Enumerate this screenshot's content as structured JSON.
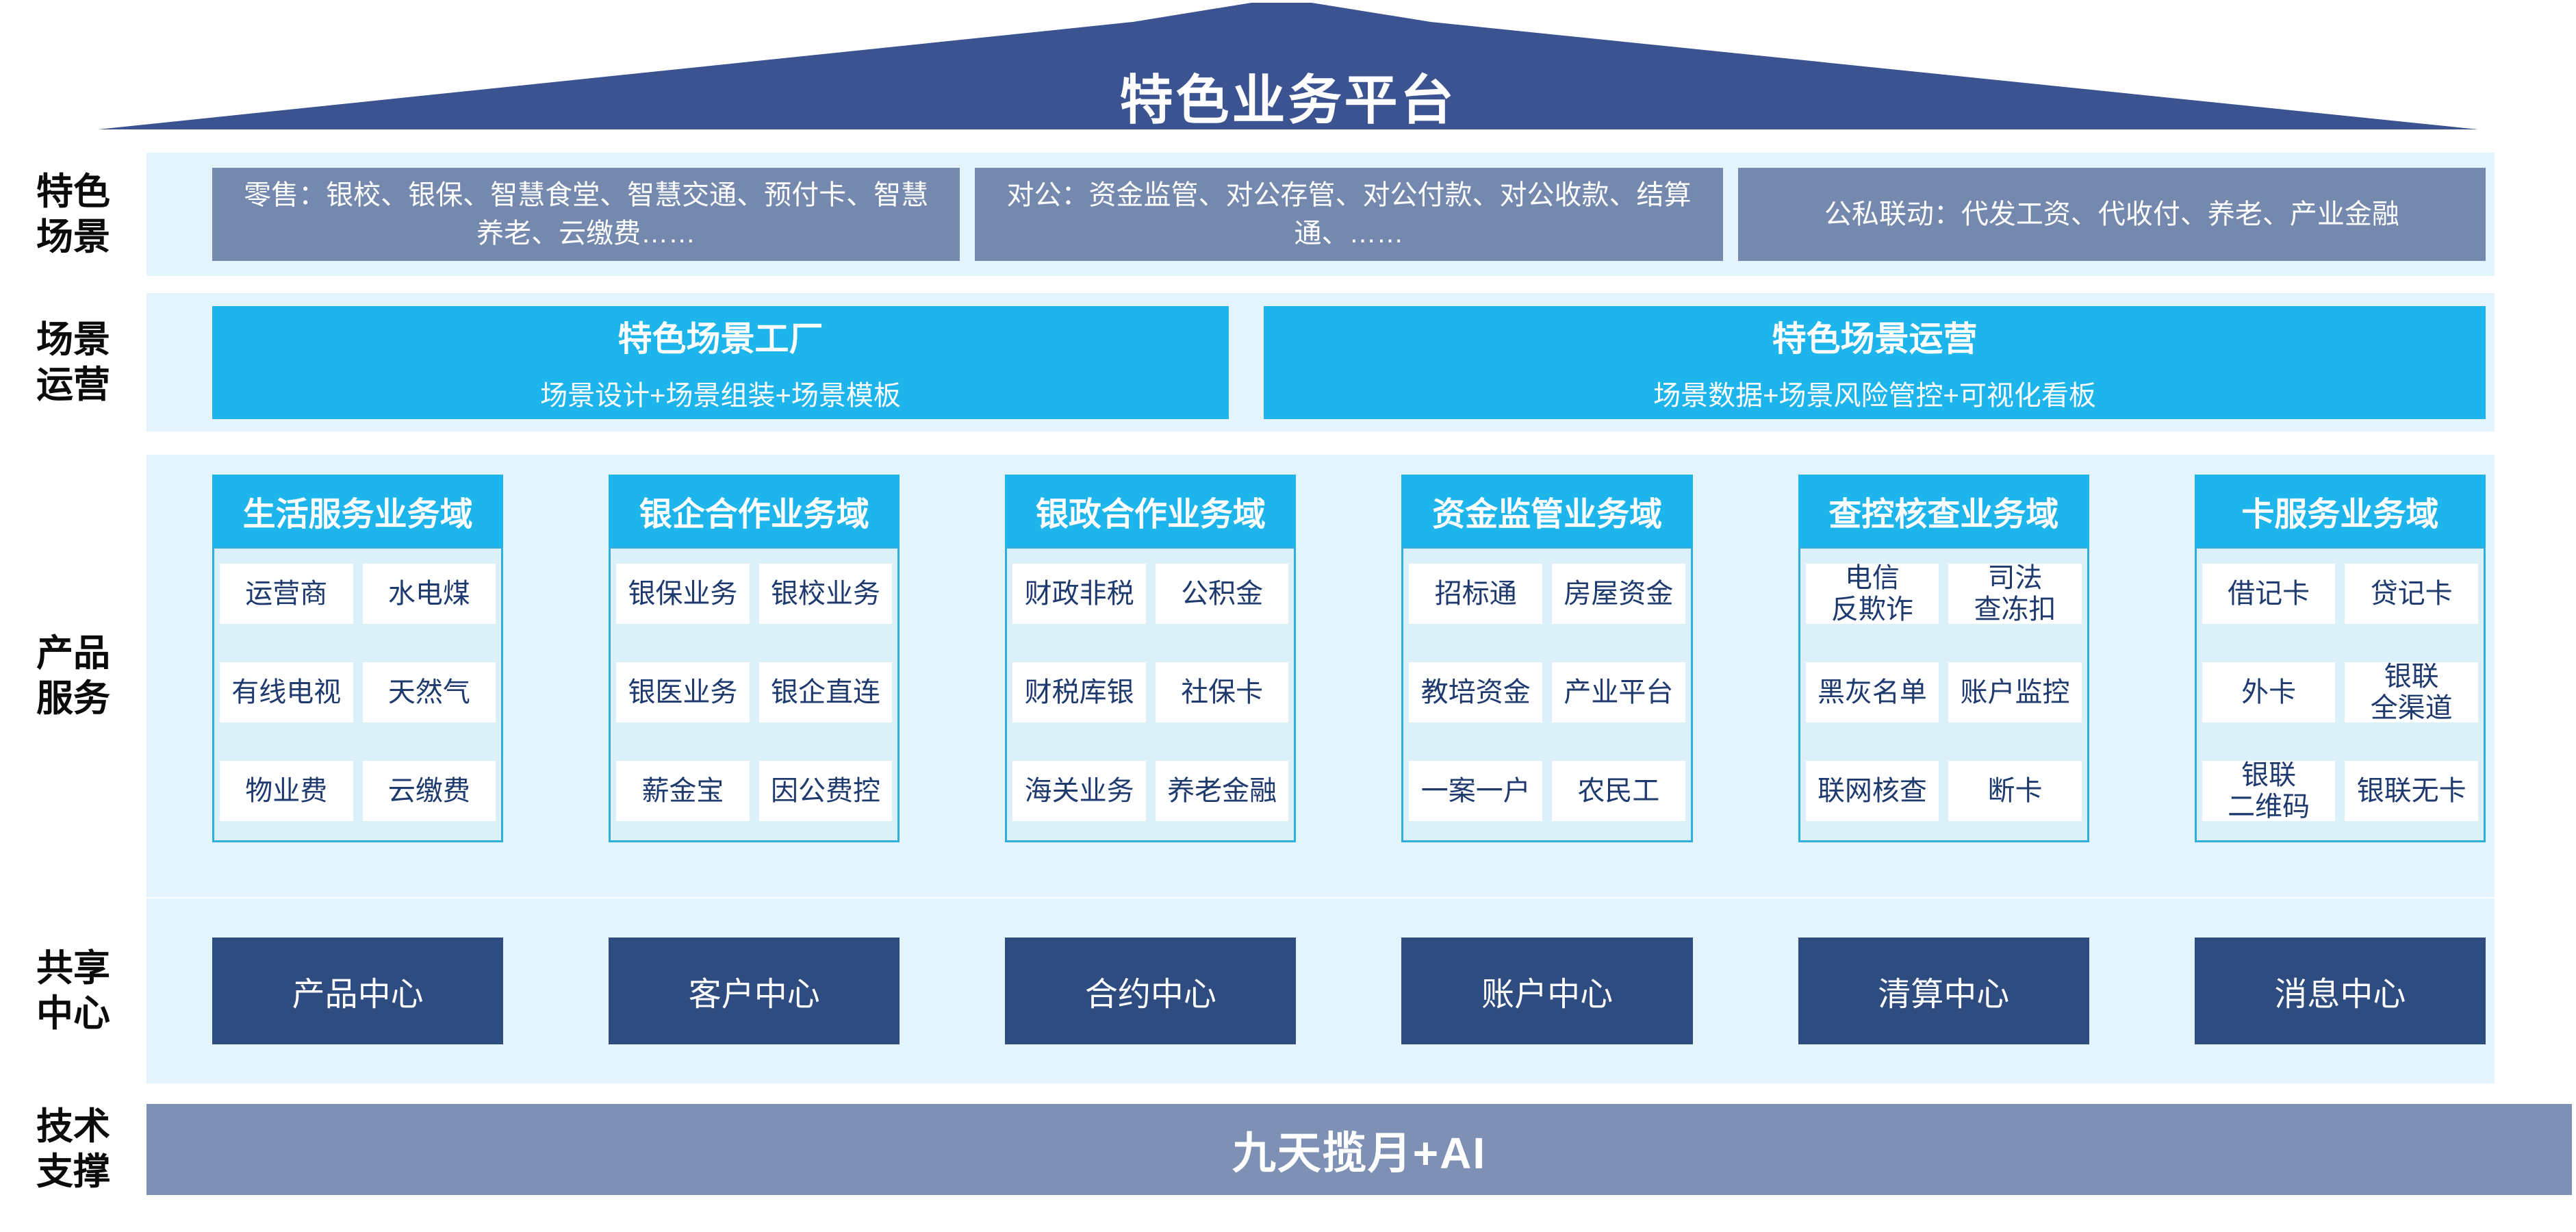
{
  "title": "特色业务平台",
  "side_labels": [
    {
      "label": "特色\n场景"
    },
    {
      "label": "场景\n运营"
    },
    {
      "label": "产品\n服务"
    },
    {
      "label": "共享\n中心"
    },
    {
      "label": "技术\n支撑"
    }
  ],
  "scenario_row": {
    "boxes": [
      "零售：银校、银保、智慧食堂、智慧交通、预付卡、智慧养老、云缴费……",
      "对公：资金监管、对公存管、对公付款、对公收款、结算通、……",
      "公私联动：代发工资、代收付、养老、产业金融"
    ]
  },
  "operation_row": {
    "boxes": [
      {
        "title": "特色场景工厂",
        "subtitle": "场景设计+场景组装+场景模板"
      },
      {
        "title": "特色场景运营",
        "subtitle": "场景数据+场景风险管控+可视化看板"
      }
    ]
  },
  "product_domains": [
    {
      "title": "生活服务业务域",
      "cells": [
        "运营商",
        "水电煤",
        "有线电视",
        "天然气",
        "物业费",
        "云缴费"
      ]
    },
    {
      "title": "银企合作业务域",
      "cells": [
        "银保业务",
        "银校业务",
        "银医业务",
        "银企直连",
        "薪金宝",
        "因公费控"
      ]
    },
    {
      "title": "银政合作业务域",
      "cells": [
        "财政非税",
        "公积金",
        "财税库银",
        "社保卡",
        "海关业务",
        "养老金融"
      ]
    },
    {
      "title": "资金监管业务域",
      "cells": [
        "招标通",
        "房屋资金",
        "教培资金",
        "产业平台",
        "一案一户",
        "农民工"
      ]
    },
    {
      "title": "查控核查业务域",
      "cells": [
        "电信\n反欺诈",
        "司法\n查冻扣",
        "黑灰名单",
        "账户监控",
        "联网核查",
        "断卡"
      ]
    },
    {
      "title": "卡服务业务域",
      "cells": [
        "借记卡",
        "贷记卡",
        "外卡",
        "银联\n全渠道",
        "银联\n二维码",
        "银联无卡"
      ]
    }
  ],
  "shared_centers": [
    "产品中心",
    "客户中心",
    "合约中心",
    "账户中心",
    "清算中心",
    "消息中心"
  ],
  "tech_bar": {
    "label": "九天揽月+AI"
  },
  "colors": {
    "roof": "#3B5390",
    "band_background": "#E3F4FD",
    "scenario_box": "#7489AD",
    "accent_cyan": "#1EB4EC",
    "column_body": "#DCF0FA",
    "column_border": "#2FAFE0",
    "cell_text": "#1E3A6E",
    "shared_center_box": "#2E4C80",
    "tech_bar": "#7E91B5"
  }
}
